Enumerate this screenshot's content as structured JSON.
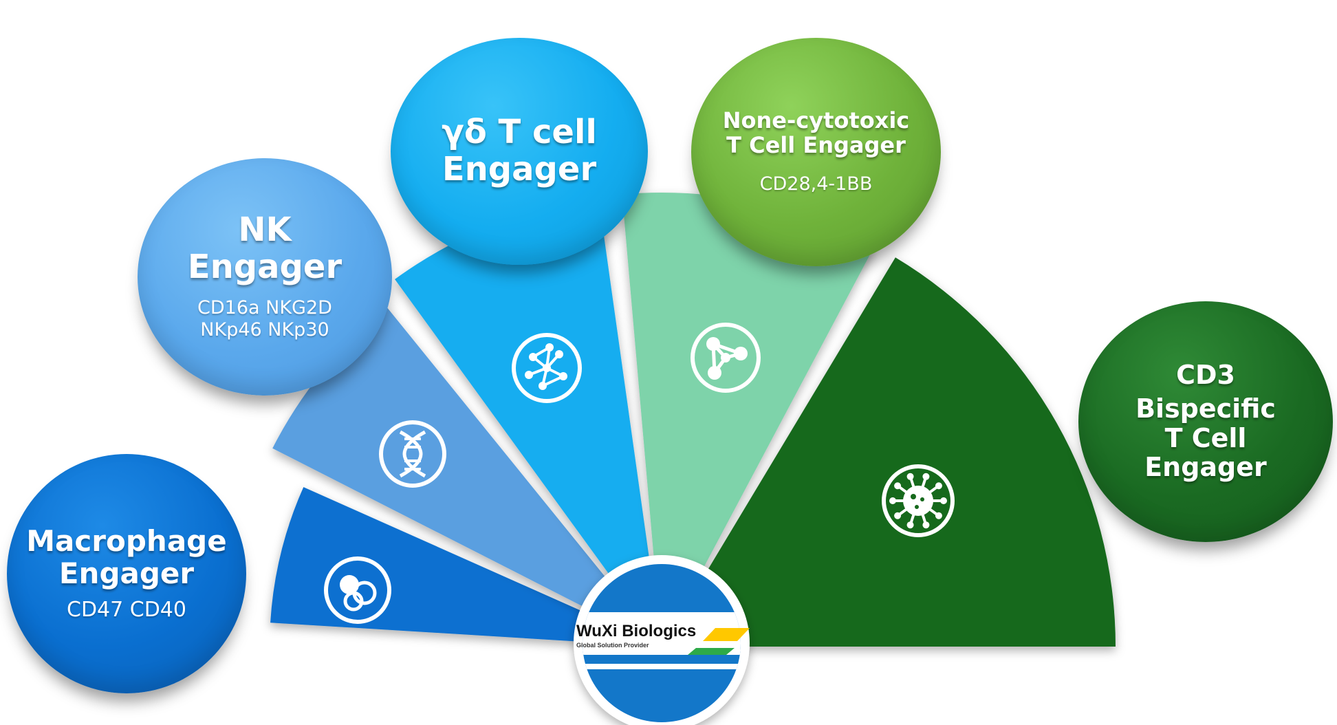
{
  "colors": {
    "macrophage": "#0a6fd0",
    "nk": "#5a9fe0",
    "gamma_delta": "#14adf0",
    "none_cytotoxic_segment": "#7ed3aa",
    "none_cytotoxic_bubble": "#6fb23a",
    "cd3": "#16691c",
    "logo_blue": "#1377c9",
    "logo_yellow": "#ffc800",
    "logo_green": "#2eaa48"
  },
  "bubbles": {
    "macrophage": {
      "title_1": "Macrophage",
      "title_2": "Engager",
      "targets": "CD47 CD40"
    },
    "nk": {
      "title_1": "NK",
      "title_2": "Engager",
      "targets_1": "CD16a NKG2D",
      "targets_2": "NKp46 NKp30"
    },
    "gamma_delta": {
      "title_1": "γδ T cell",
      "title_2": "Engager"
    },
    "none_cytotoxic": {
      "title_1": "None-cytotoxic",
      "title_2": "T Cell Engager",
      "targets": "CD28,4-1BB"
    },
    "cd3": {
      "title_1": "CD3",
      "title_2": "Bispecific",
      "title_3": "T Cell",
      "title_4": "Engager"
    }
  },
  "segment_icons": [
    "cells-icon",
    "dna-icon",
    "network-icon",
    "molecule-icon",
    "virus-icon"
  ],
  "logo": {
    "brand": "WuXi Biologics",
    "tagline": "Global Solution Provider"
  }
}
